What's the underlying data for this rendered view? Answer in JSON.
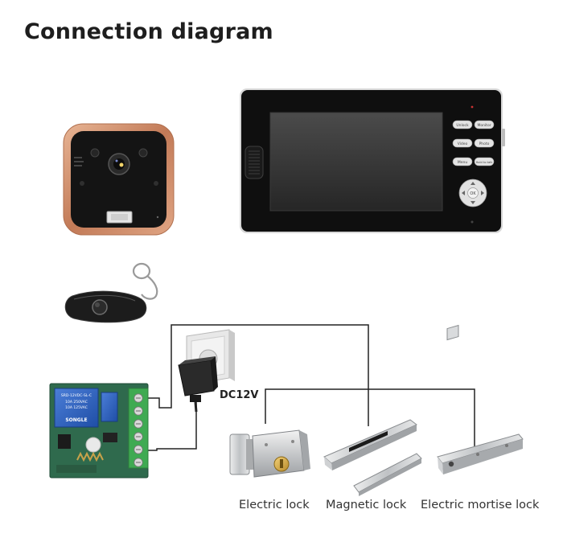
{
  "title": "Connection diagram",
  "power_label": "DC12V",
  "relay_module": {
    "print_lines": [
      "SRD-12VDC-SL-C",
      "10A 250VAC",
      "10A 125VAC",
      "SONGLE"
    ]
  },
  "monitor": {
    "buttons": [
      "Unlock",
      "Monitor",
      "Video",
      "Photo",
      "Menu",
      "Hold to talk"
    ],
    "dpad_center": "OK"
  },
  "locks": [
    {
      "label": "Electric lock"
    },
    {
      "label": "Magnetic lock"
    },
    {
      "label": "Electric mortise lock"
    }
  ],
  "colors": {
    "wire": "#222222",
    "camera_frame": "#c98a66",
    "monitor_body": "#111111",
    "relay_terminal": "#3faa52"
  }
}
